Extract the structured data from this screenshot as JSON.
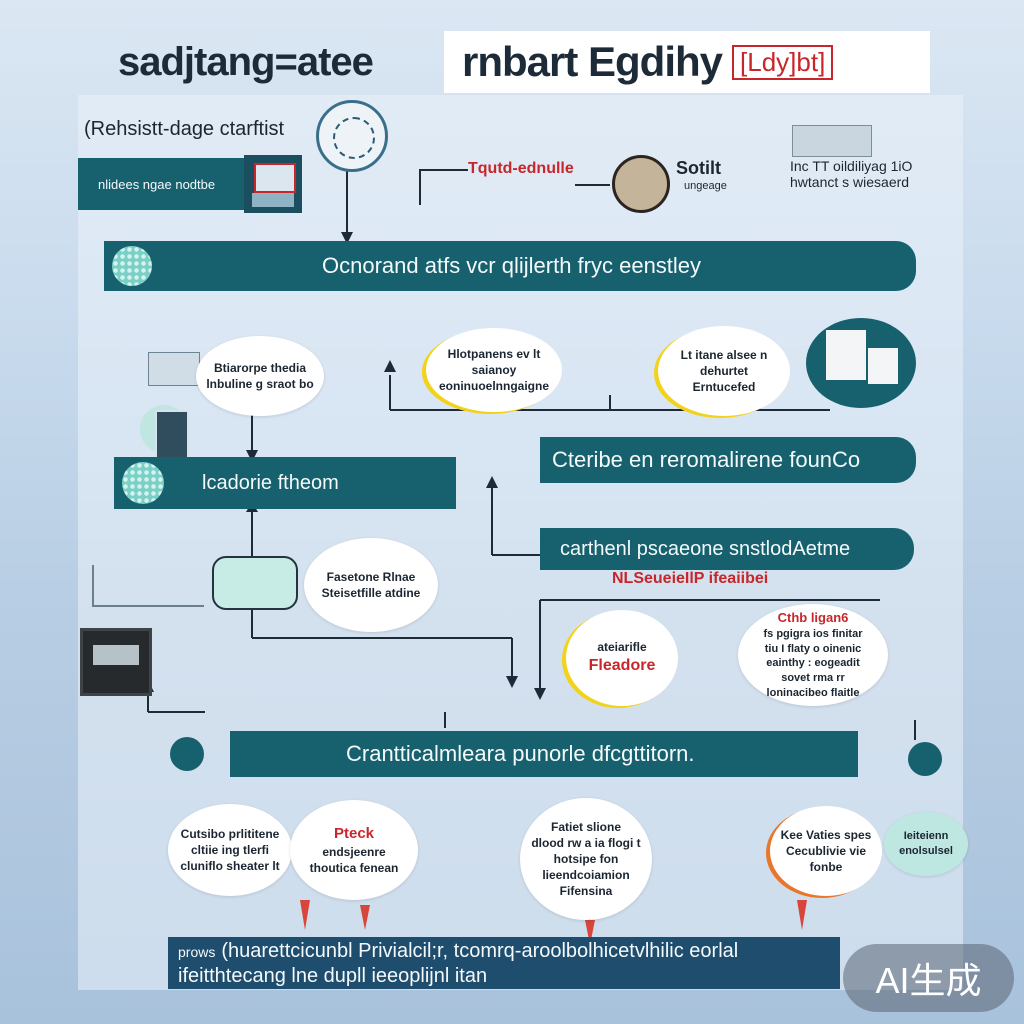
{
  "title": {
    "left": "sadjtang=atee",
    "right": "rnbart Egdihy",
    "badge": "[Ldy]bt]"
  },
  "header": {
    "left_line1": "(Rehsistt-dage ctarftist",
    "left_line2": "nlidees ngae nodtbe",
    "center_label": "Tqutd-ednulle",
    "center_right_line1": "Sotilt",
    "center_right_line2": "ungeage",
    "right_line1": "Inc TT oildiliyag 1iO",
    "right_line2": "hwtanct s wiesaerd"
  },
  "bars": {
    "b1": "Ocnorand atfs vcr qlijlerth fryc eenstley",
    "b2": "Cteribe en reromalirene founCo",
    "b3": "lcadorie ftheom",
    "b4": "carthenl pscaeone snstlodAetme",
    "b5": "Crantticalmleara punorle dfcgttitorn."
  },
  "bubbles": {
    "left_mid": [
      "Btiarorpe thedia",
      "lnbuline g sraot bo"
    ],
    "center_mid": [
      "Hlotpanens ev lt",
      "saianoy",
      "eoninuoelnngaigne"
    ],
    "right_mid": [
      "Lt itane alsee n",
      "dehurtet",
      "Erntucefed"
    ],
    "left_low": [
      "Fasetone Rlnae",
      "Steisetfille atdine"
    ],
    "yellow_low": [
      "ateiarifle",
      "Fleadore"
    ],
    "right_low_title": "Cthb ligan6",
    "right_low": [
      "fs pgigra ios finitar",
      "tiu I flaty o oinenic",
      "eainthy : eogeadit",
      "sovet rma rr",
      "loninacibeo flaitle"
    ]
  },
  "red_banner": "NLSeueieIlP ifeaiibei",
  "bottom_bubbles": {
    "b1": [
      "Cutsibo prlititene",
      "cltiie ing tlerfi",
      "cluniflo sheater lt"
    ],
    "b2": [
      "Pteck",
      "endsjeenre",
      "thoutica fenean"
    ],
    "b3": [
      "Fatiet slione",
      "dlood rw a ia flogi t",
      "hotsipe fon",
      "lieendcoiamion",
      "Fifensina"
    ],
    "b4": [
      "Kee Vaties spes",
      "Cecublivie vie",
      "fonbe"
    ],
    "b5": [
      "Ieiteienn",
      "enolsulsel"
    ]
  },
  "footer": {
    "small": "prows",
    "line1": "(huarettcicunbl Privialcil;r, tcomrq-aroolbolhicetvlhilic eorlal",
    "line2": "ifeitthtecang lne dupll ieeoplijnl itan"
  },
  "watermark": "AI生成",
  "colors": {
    "teal": "#17616e",
    "navy": "#1f4d6d",
    "red": "#c7262b",
    "yellow": "#f2d21a",
    "orange": "#e8762b"
  }
}
